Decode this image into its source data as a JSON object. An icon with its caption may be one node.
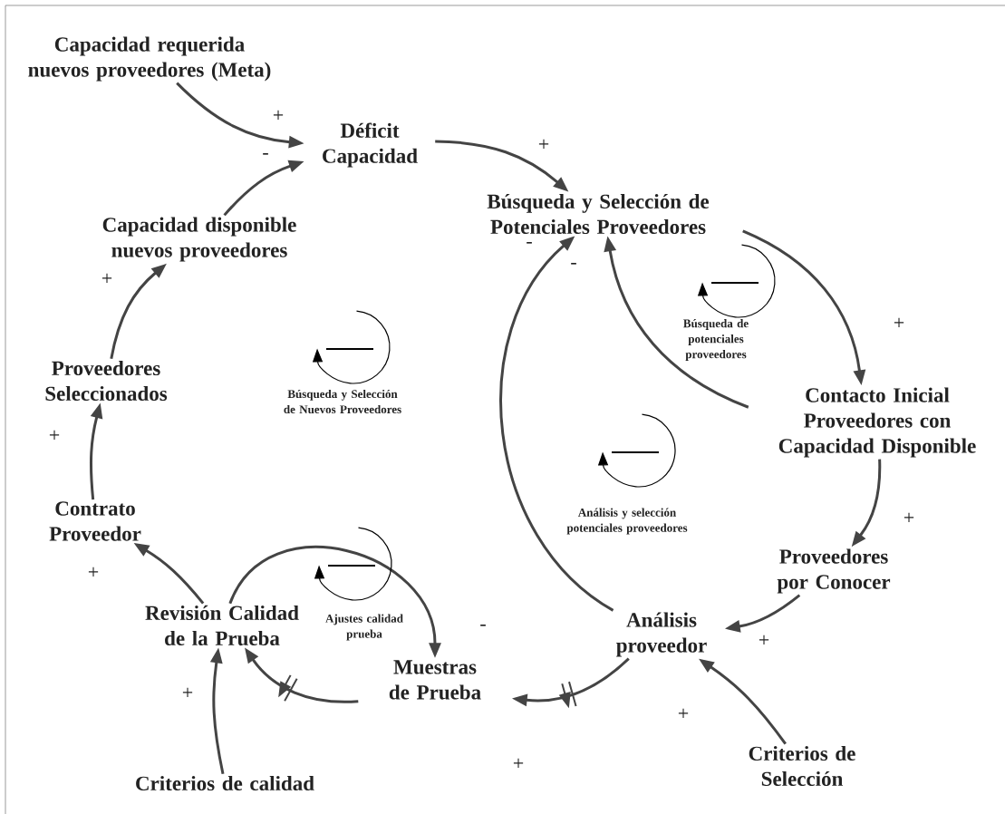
{
  "diagram": {
    "nodes": [
      {
        "text": [
          "Capacidad requerida nuevos proveedores (Meta)"
        ]
      },
      {
        "text": [
          "Déficit Capacidad"
        ]
      },
      {
        "text": [
          "Búsqueda y Selección de Potenciales Proveedores"
        ]
      },
      {
        "text": [
          "Capacidad disponible nuevos proveedores"
        ]
      },
      {
        "text": [
          "Proveedores Seleccionados"
        ]
      },
      {
        "text": [
          "Contrato Proveedor"
        ]
      },
      {
        "text": [
          "Revisión Calidad de la Prueba"
        ]
      },
      {
        "text": [
          "Muestras de Prueba"
        ]
      },
      {
        "text": [
          "Contacto Inicial Proveedores con Capacidad Disponible"
        ]
      },
      {
        "text": [
          "Proveedores por Conocer"
        ]
      },
      {
        "text": [
          "Análisis proveedor"
        ]
      },
      {
        "text": [
          "Criterios de Selección"
        ]
      },
      {
        "text": [
          "Criterios de calidad"
        ]
      }
    ],
    "edges": [
      {
        "from": 0,
        "to": 1,
        "arrow": "to",
        "label": "+"
      },
      {
        "from": 3,
        "to": 1,
        "arrow": "to",
        "label": "-"
      },
      {
        "from": 1,
        "to": 2,
        "arrow": "to",
        "label": "+"
      },
      {
        "from": 2,
        "to": 8,
        "arrow": "to",
        "label": "+"
      },
      {
        "from": 8,
        "to": 2,
        "arrow": "to",
        "label": "-"
      },
      {
        "from": 10,
        "to": 2,
        "arrow": "to",
        "label": "-"
      },
      {
        "from": 8,
        "to": 9,
        "arrow": "to",
        "label": "+"
      },
      {
        "from": 9,
        "to": 10,
        "arrow": "to",
        "label": "+"
      },
      {
        "from": 11,
        "to": 10,
        "arrow": "to",
        "label": "+"
      },
      {
        "from": 10,
        "to": 7,
        "arrow": "to",
        "label": "+"
      },
      {
        "from": 7,
        "to": 6,
        "arrow": "to"
      },
      {
        "from": 12,
        "to": 6,
        "arrow": "to",
        "label": "+"
      },
      {
        "from": 6,
        "to": 7,
        "arrow": "to",
        "label": "-"
      },
      {
        "from": 6,
        "to": 5,
        "arrow": "to",
        "label": "+"
      },
      {
        "from": 5,
        "to": 4,
        "arrow": "to",
        "label": "+"
      },
      {
        "from": 4,
        "to": 3,
        "arrow": "to",
        "label": "+"
      }
    ],
    "labels": [
      "Búsqueda de potenciales proveedores",
      "Búsqueda y Selección de Nuevos Proveedores",
      "Análisis y selección potenciales proveedores",
      "Ajustes calidad prueba"
    ]
  }
}
